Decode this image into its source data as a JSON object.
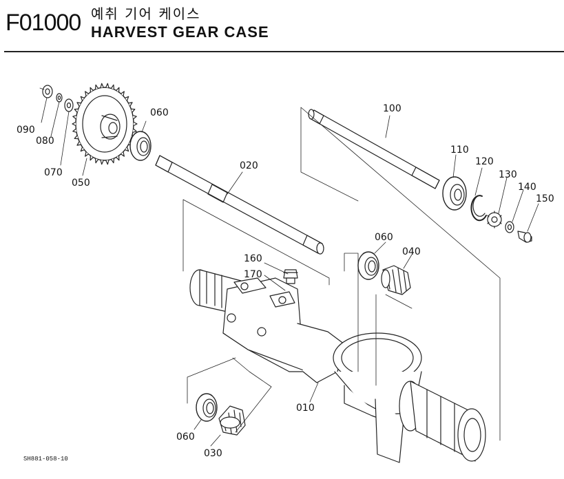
{
  "header": {
    "page_code": "F01000",
    "title_ko": "예취 기어 케이스",
    "title_en": "HARVEST GEAR CASE"
  },
  "parts": [
    {
      "id": "090",
      "callout": "090"
    },
    {
      "id": "080",
      "callout": "080"
    },
    {
      "id": "070",
      "callout": "070"
    },
    {
      "id": "050",
      "callout": "050"
    },
    {
      "id": "060a",
      "callout": "060"
    },
    {
      "id": "020",
      "callout": "020"
    },
    {
      "id": "100",
      "callout": "100"
    },
    {
      "id": "110",
      "callout": "110"
    },
    {
      "id": "120",
      "callout": "120"
    },
    {
      "id": "130",
      "callout": "130"
    },
    {
      "id": "140",
      "callout": "140"
    },
    {
      "id": "150",
      "callout": "150"
    },
    {
      "id": "160",
      "callout": "160"
    },
    {
      "id": "170",
      "callout": "170"
    },
    {
      "id": "060b",
      "callout": "060"
    },
    {
      "id": "040",
      "callout": "040"
    },
    {
      "id": "010",
      "callout": "010"
    },
    {
      "id": "060c",
      "callout": "060"
    },
    {
      "id": "030",
      "callout": "030"
    }
  ],
  "footer": {
    "drawing_ref": "SH881-058-10"
  }
}
